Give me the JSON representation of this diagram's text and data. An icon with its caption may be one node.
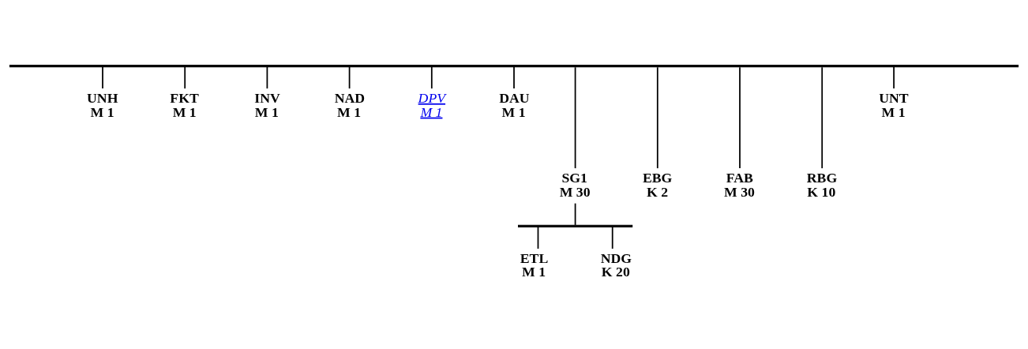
{
  "diagram": {
    "nodes": [
      {
        "text": [],
        "shape": "bar"
      },
      {
        "text": [
          "UNH",
          "M 1"
        ]
      },
      {
        "text": [
          "FKT",
          "M 1"
        ]
      },
      {
        "text": [
          "INV",
          "M 1"
        ]
      },
      {
        "text": [
          "NAD",
          "M 1"
        ]
      },
      {
        "text": [
          "DPV",
          "M 1"
        ]
      },
      {
        "text": [
          "DAU",
          "M 1"
        ]
      },
      {
        "text": [
          "SG1",
          "M 30"
        ]
      },
      {
        "text": [
          "EBG",
          "K 2"
        ]
      },
      {
        "text": [
          "FAB",
          "M 30"
        ]
      },
      {
        "text": [
          "RBG",
          "K 10"
        ]
      },
      {
        "text": [
          "UNT",
          "M 1"
        ]
      },
      {
        "text": [],
        "shape": "bar"
      },
      {
        "text": [
          "ETL",
          "M 1"
        ]
      },
      {
        "text": [
          "NDG",
          "K 20"
        ]
      }
    ],
    "edges": [
      {
        "from": 0,
        "to": 1,
        "arrow": "none"
      },
      {
        "from": 0,
        "to": 2,
        "arrow": "none"
      },
      {
        "from": 0,
        "to": 3,
        "arrow": "none"
      },
      {
        "from": 0,
        "to": 4,
        "arrow": "none"
      },
      {
        "from": 0,
        "to": 5,
        "arrow": "none"
      },
      {
        "from": 0,
        "to": 6,
        "arrow": "none"
      },
      {
        "from": 0,
        "to": 7,
        "arrow": "none"
      },
      {
        "from": 0,
        "to": 8,
        "arrow": "none"
      },
      {
        "from": 0,
        "to": 9,
        "arrow": "none"
      },
      {
        "from": 0,
        "to": 10,
        "arrow": "none"
      },
      {
        "from": 0,
        "to": 11,
        "arrow": "none"
      },
      {
        "from": 7,
        "to": 12,
        "arrow": "none"
      },
      {
        "from": 12,
        "to": 13,
        "arrow": "none"
      },
      {
        "from": 12,
        "to": 14,
        "arrow": "none"
      }
    ]
  }
}
